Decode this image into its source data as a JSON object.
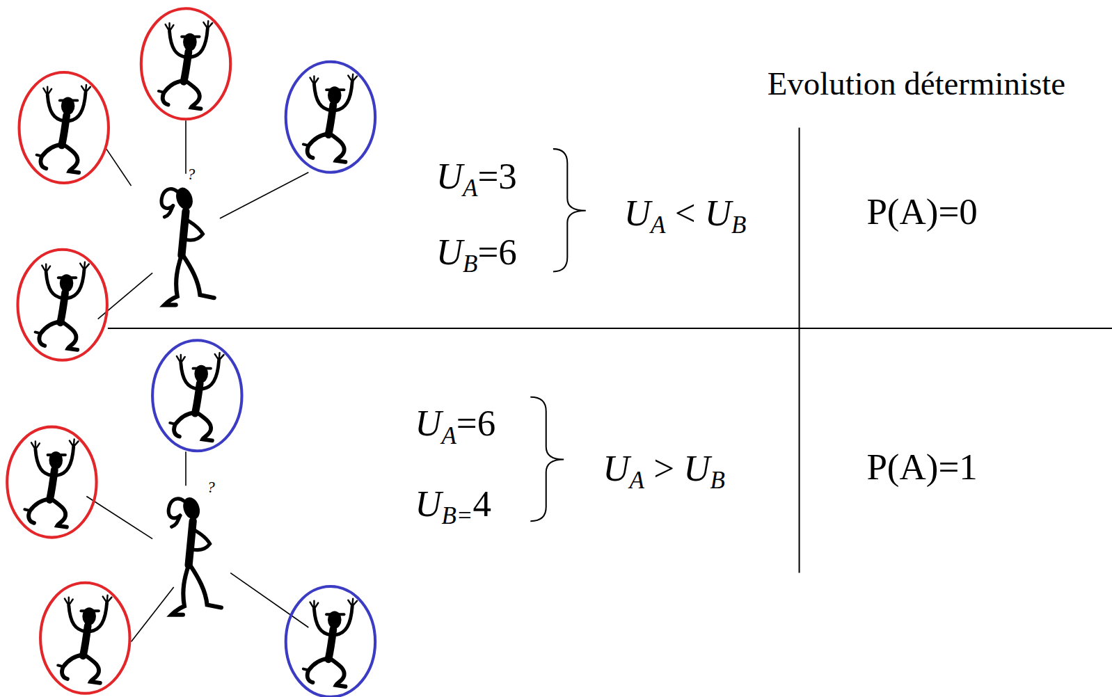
{
  "diagram": {
    "labels": [
      "Evolution déterministe",
      "?",
      "UA=3",
      "UB=6",
      "UA < UB",
      "P(A)=0",
      "?",
      "UA=6",
      "UB=4",
      "UA > UB",
      "P(A)=1"
    ]
  }
}
